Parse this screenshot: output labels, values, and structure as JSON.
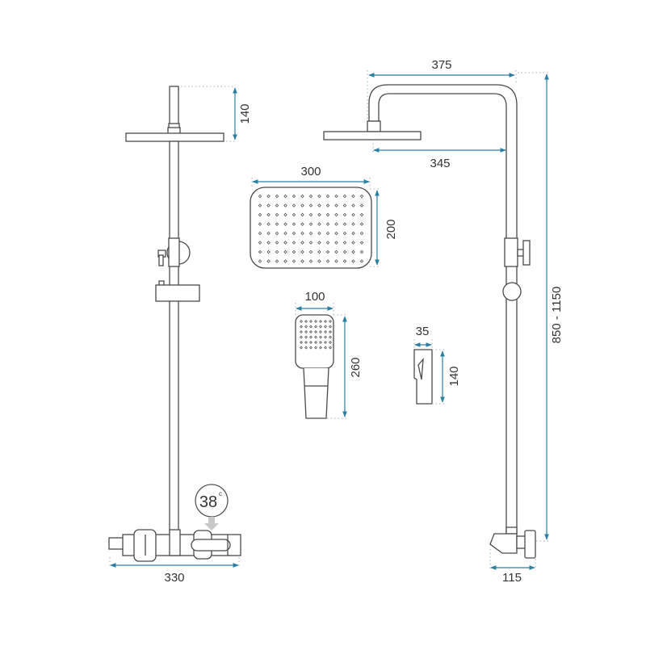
{
  "dimensions": {
    "left_top_height": "140",
    "right_arm_length": "375",
    "right_head_offset": "345",
    "head_width": "300",
    "head_depth": "200",
    "hand_width": "100",
    "hand_length": "260",
    "holder_width": "35",
    "holder_height": "140",
    "total_height": "850 - 1150",
    "thermostat_width": "330",
    "wall_depth": "115"
  },
  "thermostat_display": {
    "temperature": "38",
    "unit": "c"
  },
  "colors": {
    "dimension": "#2a7fa3",
    "outline": "#4a4a4a",
    "arrow": "#c8c8c8"
  }
}
